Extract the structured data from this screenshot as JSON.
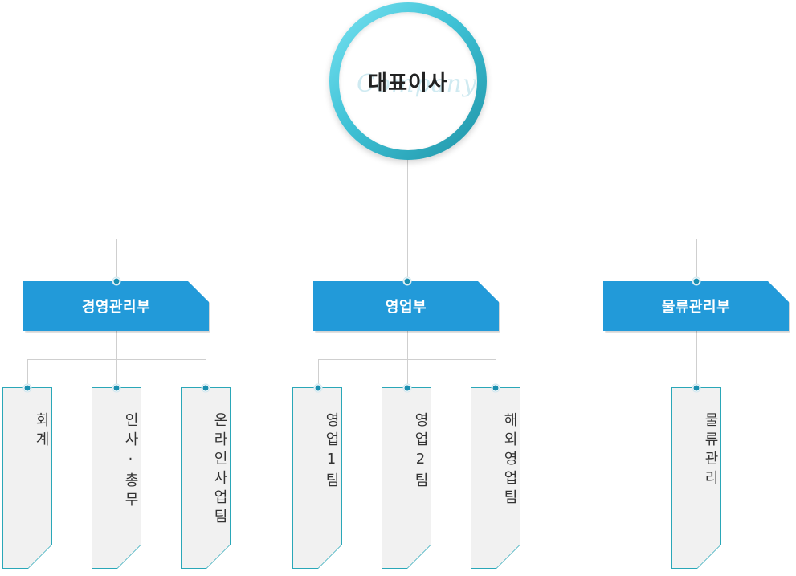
{
  "ceo": {
    "title": "대표이사",
    "watermark": "Company"
  },
  "departments": [
    {
      "label": "경영관리부",
      "teams": [
        "회계",
        "인사·총무",
        "온라인사업팀"
      ]
    },
    {
      "label": "영업부",
      "teams": [
        "영업1팀",
        "영업2팀",
        "해외영업팀"
      ]
    },
    {
      "label": "물류관리부",
      "teams": [
        "물류관리"
      ]
    }
  ],
  "colors": {
    "department": "#229ad9",
    "ceo_ring": "#3fc2d6",
    "team_border": "#2aa7b8",
    "team_fill": "#f1f1f1",
    "connector": "#cfcfcf",
    "node_dot": "#1a8fb0"
  }
}
